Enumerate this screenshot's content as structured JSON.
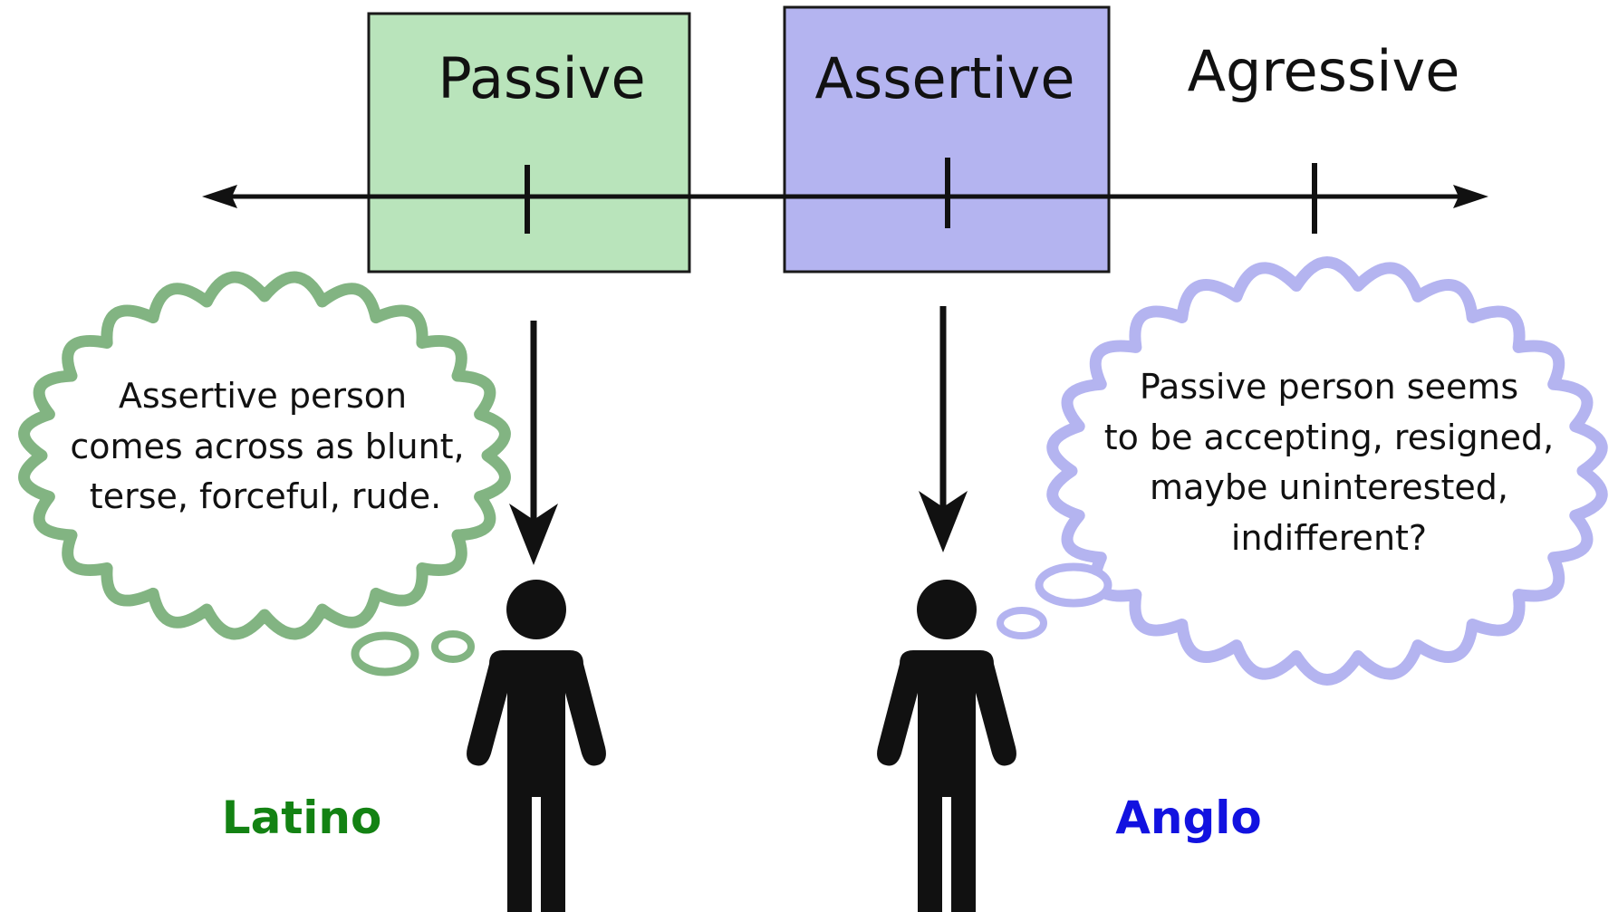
{
  "scale": {
    "positions": [
      {
        "label": "Passive",
        "color": "#b9e4bb"
      },
      {
        "label": "Assertive",
        "color": "#b4b4f0"
      },
      {
        "label": "Agressive",
        "color": "none"
      }
    ]
  },
  "bubbles": {
    "latino": {
      "color": "#82b482",
      "lines": [
        "Assertive person",
        "comes across as blunt,",
        "terse, forceful, rude."
      ]
    },
    "anglo": {
      "color": "#b4b4f0",
      "lines": [
        "Passive person seems",
        "to be accepting, resigned,",
        "maybe uninterested,",
        "indifferent?"
      ]
    }
  },
  "groups": {
    "latino": {
      "label": "Latino",
      "color": "#138213"
    },
    "anglo": {
      "label": "Anglo",
      "color": "#1212e0"
    }
  },
  "icons": {
    "person": "person-icon",
    "arrow": "arrow-down-icon",
    "thought": "thought-bubble-icon"
  }
}
